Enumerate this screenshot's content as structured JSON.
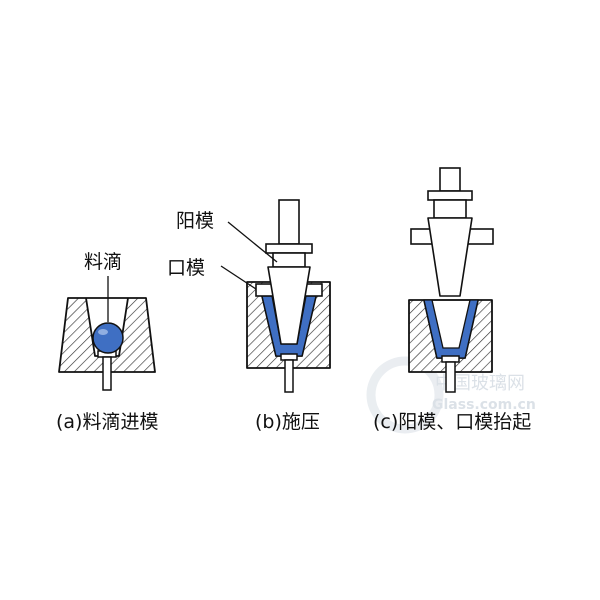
{
  "labels": {
    "gob": "料滴",
    "plunger": "阳模",
    "ring": "口模"
  },
  "captions": {
    "a": "(a)料滴进模",
    "b": "(b)施压",
    "c": "(c)阳模、口模抬起"
  },
  "watermark": {
    "line1": "中国玻璃网",
    "line2": "Glass.com.cn"
  },
  "colors": {
    "glass": "#3f6fc3",
    "glass_light": "#b4c9ee",
    "stroke": "#111111",
    "hatch": "#333333",
    "watermark": "#e2e8ee"
  }
}
